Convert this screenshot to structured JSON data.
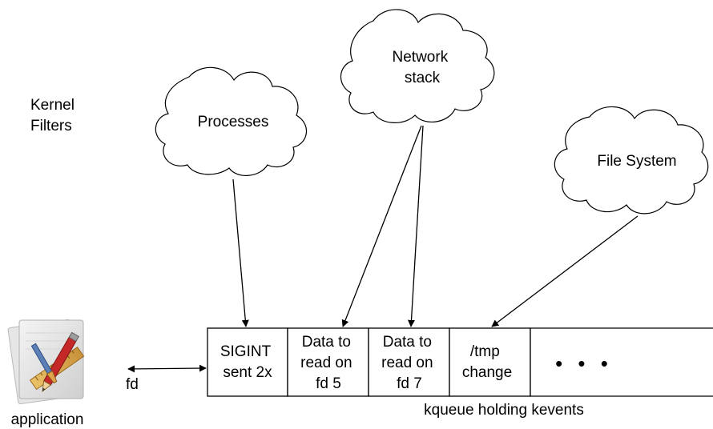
{
  "kernel_label": [
    "Kernel",
    "Filters"
  ],
  "clouds": {
    "processes": [
      "Processes"
    ],
    "network": [
      "Network",
      "stack"
    ],
    "filesystem": [
      "File System"
    ]
  },
  "queue_cells": {
    "sigint": [
      "SIGINT",
      "sent 2x"
    ],
    "fd5": [
      "Data to",
      "read on",
      "fd 5"
    ],
    "fd7": [
      "Data to",
      "read on",
      "fd 7"
    ],
    "tmp": [
      "/tmp",
      "change"
    ]
  },
  "ellipsis": "• • •",
  "queue_caption": "kqueue holding kevents",
  "fd_label": "fd",
  "application_label": "application",
  "application_icon": "xcode-application-icon"
}
